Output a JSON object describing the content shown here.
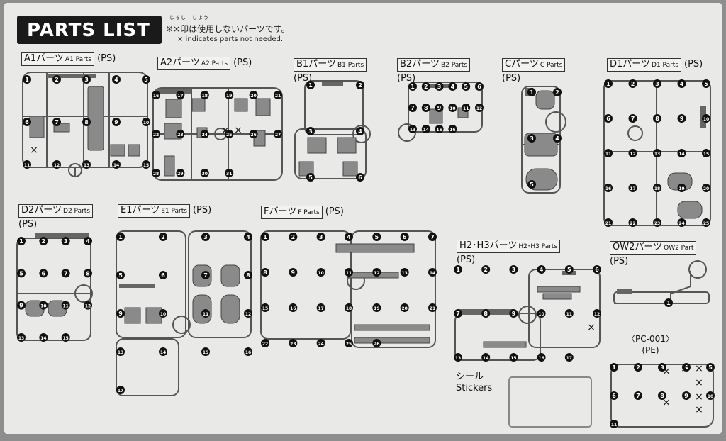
{
  "header": {
    "title": "PARTS LIST",
    "note_ruby": "じるし　しよう",
    "note_jp": "※×印は使用しないパーツです。",
    "note_en": "× indicates parts not needed."
  },
  "parts": {
    "a1": {
      "name": "A1パーツ",
      "en": "A1 Parts",
      "type": "(PS)"
    },
    "a2": {
      "name": "A2パーツ",
      "en": "A2 Parts",
      "type": "(PS)"
    },
    "b1": {
      "name": "B1パーツ",
      "en": "B1 Parts",
      "type": "(PS)"
    },
    "b2": {
      "name": "B2パーツ",
      "en": "B2 Parts",
      "type": "(PS)"
    },
    "c": {
      "name": "Cパーツ",
      "en": "C Parts",
      "type": "(PS)"
    },
    "d1": {
      "name": "D1パーツ",
      "en": "D1 Parts",
      "type": "(PS)"
    },
    "d2": {
      "name": "D2パーツ",
      "en": "D2 Parts",
      "type": "(PS)"
    },
    "e1": {
      "name": "E1パーツ",
      "en": "E1 Parts",
      "type": "(PS)"
    },
    "f": {
      "name": "Fパーツ",
      "en": "F Parts",
      "type": "(PS)"
    },
    "h": {
      "name": "H2･H3パーツ",
      "en": "H2･H3 Parts",
      "type": "(PS)"
    },
    "ow2": {
      "name": "OW2パーツ",
      "en": "OW2 Part",
      "type": "(PS)"
    }
  },
  "stickers": {
    "jp": "シール",
    "en": "Stickers"
  },
  "pc001": {
    "name": "〈PC-001〉",
    "type": "(PE)"
  },
  "runner_tags": {
    "a1": "A1",
    "a2": "A2",
    "b1": "B1",
    "b2": "B2",
    "c": "C",
    "d1": "D1",
    "d2": "D2",
    "e1": "E1",
    "h2": "H2",
    "h3": "H3",
    "ow2": "OW2"
  },
  "numbers": {
    "a1": [
      "1",
      "2",
      "3",
      "4",
      "5",
      "6",
      "7",
      "8",
      "9",
      "10",
      "11",
      "12",
      "13",
      "14",
      "15"
    ],
    "a2": [
      "16",
      "17",
      "18",
      "19",
      "20",
      "21",
      "22",
      "23",
      "24",
      "25",
      "26",
      "27",
      "28",
      "29",
      "30",
      "31"
    ],
    "b1": [
      "1",
      "2",
      "3",
      "4",
      "5",
      "6"
    ],
    "b2": [
      "1",
      "2",
      "3",
      "4",
      "5",
      "6",
      "7",
      "8",
      "9",
      "10",
      "11",
      "12",
      "13",
      "14",
      "15",
      "16"
    ],
    "c": [
      "1",
      "2",
      "3",
      "4",
      "5"
    ],
    "d1": [
      "1",
      "2",
      "3",
      "4",
      "5",
      "6",
      "7",
      "8",
      "9",
      "10",
      "11",
      "12",
      "13",
      "14",
      "15",
      "16",
      "17",
      "18",
      "19",
      "20",
      "21",
      "22",
      "23",
      "24",
      "25"
    ],
    "d2": [
      "1",
      "2",
      "3",
      "4",
      "5",
      "6",
      "7",
      "8",
      "9",
      "10",
      "11",
      "12",
      "13",
      "14",
      "15"
    ],
    "e1": [
      "1",
      "2",
      "3",
      "4",
      "5",
      "6",
      "7",
      "8",
      "9",
      "10",
      "11",
      "12",
      "13",
      "14",
      "15",
      "16",
      "17"
    ],
    "f": [
      "1",
      "2",
      "3",
      "4",
      "5",
      "6",
      "7",
      "8",
      "9",
      "10",
      "11",
      "12",
      "13",
      "14",
      "15",
      "16",
      "17",
      "18",
      "19",
      "20",
      "21",
      "22",
      "23",
      "24",
      "25",
      "26"
    ],
    "h": [
      "1",
      "2",
      "3",
      "4",
      "5",
      "6",
      "7",
      "8",
      "9",
      "10",
      "11",
      "12",
      "13",
      "14",
      "15",
      "16",
      "17"
    ],
    "ow2": [
      "1"
    ],
    "pc": [
      "1",
      "2",
      "3",
      "4",
      "5",
      "6",
      "7",
      "8",
      "9",
      "10",
      "11"
    ]
  }
}
